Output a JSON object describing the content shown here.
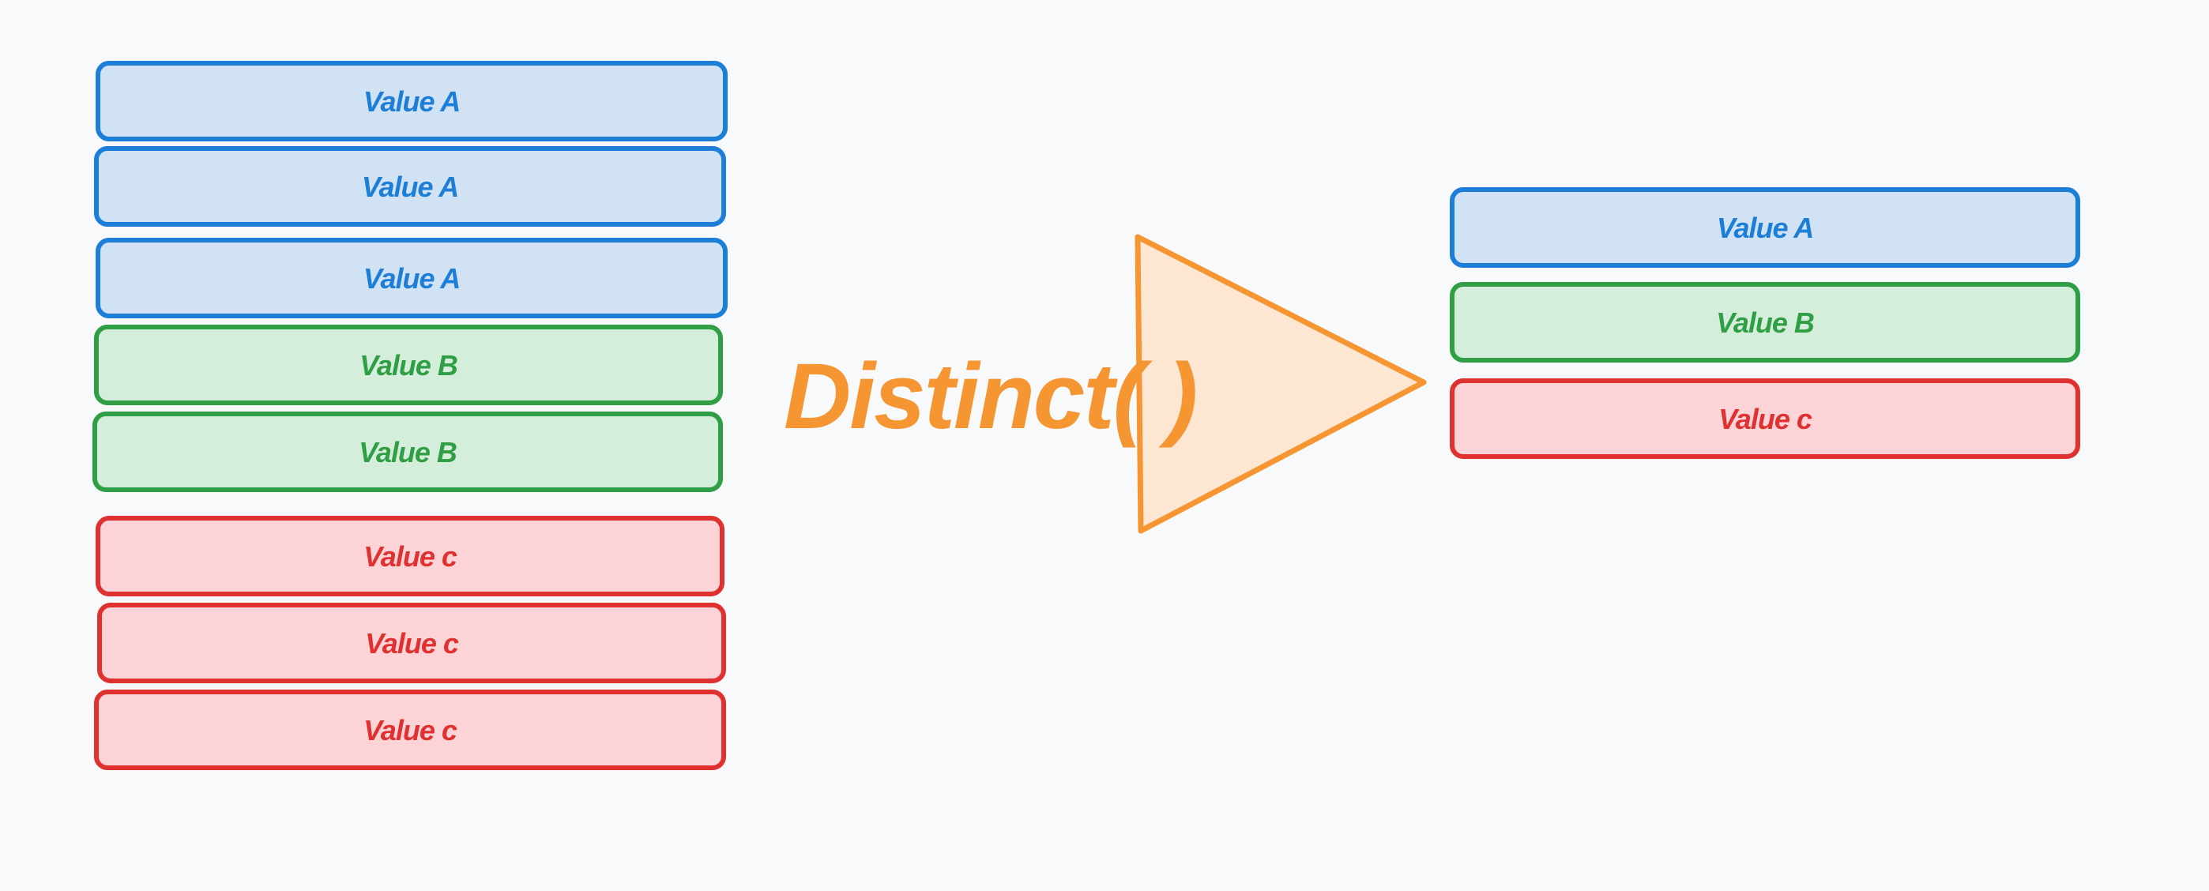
{
  "colors": {
    "background": "#f8f9fa",
    "a_stroke": "#1c7ed6",
    "a_fill": "#d0e2f4",
    "b_stroke": "#2f9e44",
    "b_fill": "#d5eedc",
    "c_stroke": "#e03131",
    "c_fill": "#fcd3d6",
    "op_stroke": "#f59632",
    "op_fill": "#fde7d3",
    "op_text": "#f59632"
  },
  "input": {
    "items": [
      {
        "label": "Value A",
        "group": "a"
      },
      {
        "label": "Value A",
        "group": "a"
      },
      {
        "label": "Value A",
        "group": "a"
      },
      {
        "label": "Value B",
        "group": "b"
      },
      {
        "label": "Value B",
        "group": "b"
      },
      {
        "label": "Value c",
        "group": "c"
      },
      {
        "label": "Value c",
        "group": "c"
      },
      {
        "label": "Value c",
        "group": "c"
      }
    ]
  },
  "operator": {
    "label": "Distinct( )",
    "shape": "triangle-arrow"
  },
  "output": {
    "items": [
      {
        "label": "Value A",
        "group": "a"
      },
      {
        "label": "Value B",
        "group": "b"
      },
      {
        "label": "Value c",
        "group": "c"
      }
    ]
  }
}
